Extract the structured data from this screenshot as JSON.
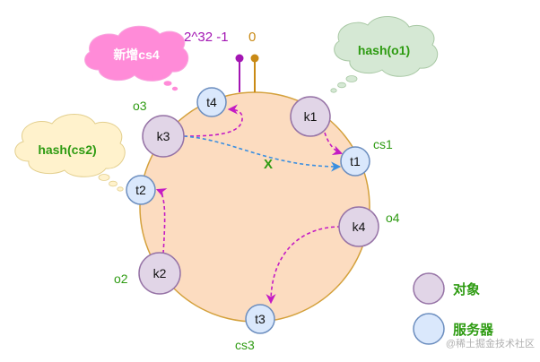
{
  "ring_top": {
    "max_label": "2^32 -1",
    "zero_label": "0"
  },
  "clouds": {
    "new_cs4": "新增cs4",
    "hash_o1": "hash(o1)",
    "hash_cs2": "hash(cs2)"
  },
  "nodes": {
    "k1": "k1",
    "k3": "k3",
    "k4": "k4",
    "k2": "k2",
    "t1": "t1",
    "t2": "t2",
    "t3": "t3",
    "t4": "t4"
  },
  "node_labels": {
    "o3": "o3",
    "cs1": "cs1",
    "o4": "o4",
    "o2": "o2",
    "cs3": "cs3"
  },
  "cross_mark": "X",
  "legend": {
    "object": "对象",
    "server": "服务器"
  },
  "watermark": "@稀土掘金技术社区",
  "colors": {
    "ring_fill": "#fcdcc0",
    "ring_stroke": "#d4a13c",
    "object_fill": "#e1d5e7",
    "object_stroke": "#9673a6",
    "server_fill": "#dae8fc",
    "server_stroke": "#6c8ebf",
    "label_green": "#2e9b12",
    "purple": "#a316b3",
    "orange": "#c98a15",
    "blue_arrow": "#3b8fe0",
    "pink_cloud": "#ff8bd8",
    "green_cloud": "#d5e8d4",
    "yellow_cloud": "#fff2cc"
  }
}
